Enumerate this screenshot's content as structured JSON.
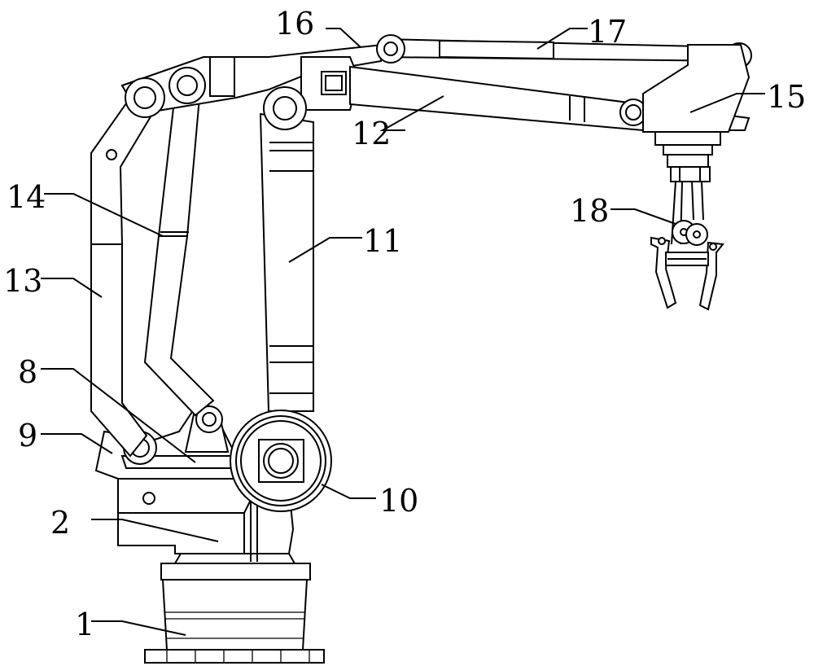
{
  "figure": {
    "description_labels": [
      {
        "key": "base",
        "text": "1"
      },
      {
        "key": "rotary_seat",
        "text": "2"
      },
      {
        "key": "part_8",
        "text": "8"
      },
      {
        "key": "part_9",
        "text": "9"
      },
      {
        "key": "joint_10",
        "text": "10"
      },
      {
        "key": "arm_11",
        "text": "11"
      },
      {
        "key": "arm_12",
        "text": "12"
      },
      {
        "key": "link_13",
        "text": "13"
      },
      {
        "key": "link_14",
        "text": "14"
      },
      {
        "key": "wrist_15",
        "text": "15"
      },
      {
        "key": "joint_16",
        "text": "16"
      },
      {
        "key": "link_17",
        "text": "17"
      },
      {
        "key": "gripper_18",
        "text": "18"
      }
    ]
  },
  "labels": {
    "l1": "1",
    "l2": "2",
    "l8": "8",
    "l9": "9",
    "l10": "10",
    "l11": "11",
    "l12": "12",
    "l13": "13",
    "l14": "14",
    "l15": "15",
    "l16": "16",
    "l17": "17",
    "l18": "18"
  },
  "colors": {
    "line": "#000000",
    "background": "#ffffff"
  }
}
